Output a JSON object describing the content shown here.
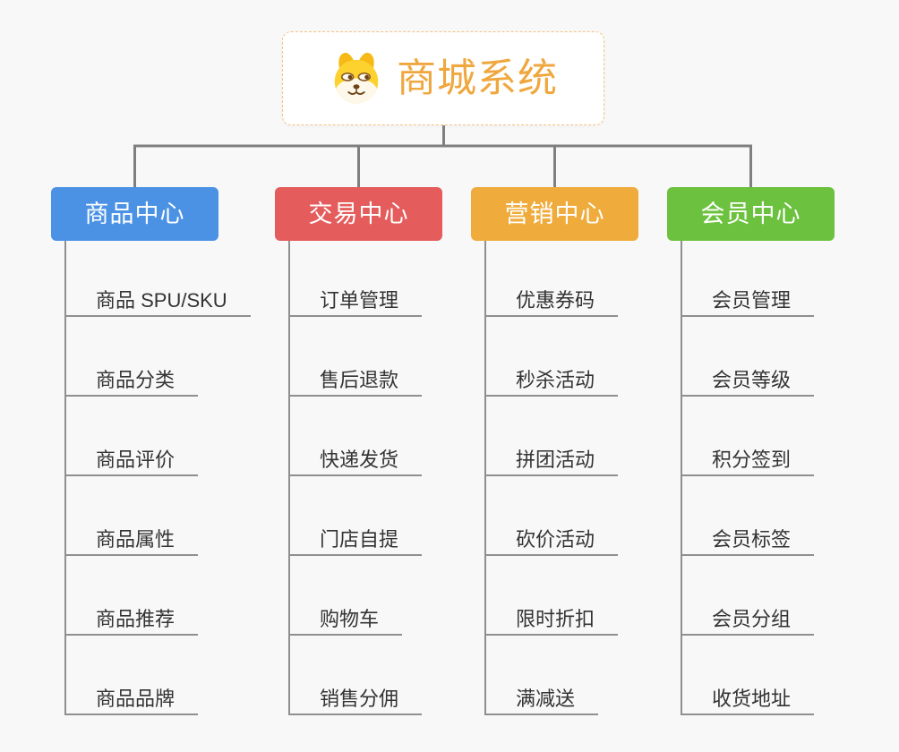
{
  "colors": {
    "background": "#f8f8f8",
    "connector": "#7f7f7f",
    "line": "#8f8f8f",
    "leaf_text": "#333333",
    "root_title": "#efa73e",
    "root_border": "#f2c583",
    "node_text": "#ffffff"
  },
  "root": {
    "title": "商城系统",
    "icon": "shiba-dog-icon"
  },
  "branches": [
    {
      "label": "商品中心",
      "color": "#4b92e5",
      "children": [
        "商品 SPU/SKU",
        "商品分类",
        "商品评价",
        "商品属性",
        "商品推荐",
        "商品品牌"
      ]
    },
    {
      "label": "交易中心",
      "color": "#e45c5c",
      "children": [
        "订单管理",
        "售后退款",
        "快递发货",
        "门店自提",
        "购物车",
        "销售分佣"
      ]
    },
    {
      "label": "营销中心",
      "color": "#efac3d",
      "children": [
        "优惠券码",
        "秒杀活动",
        "拼团活动",
        "砍价活动",
        "限时折扣",
        "满减送"
      ]
    },
    {
      "label": "会员中心",
      "color": "#6cc13f",
      "children": [
        "会员管理",
        "会员等级",
        "积分签到",
        "会员标签",
        "会员分组",
        "收货地址"
      ]
    }
  ]
}
